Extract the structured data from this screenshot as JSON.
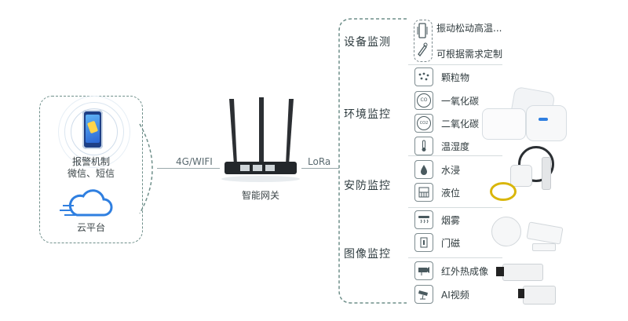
{
  "cloud_group": {
    "alarm_label_line1": "报警机制",
    "alarm_label_line2": "微信、短信",
    "cloud_label": "云平台"
  },
  "links": {
    "left_link": "4G/WIFI",
    "right_link": "LoRa"
  },
  "gateway": {
    "label": "智能网关"
  },
  "sections": [
    {
      "label": "设备监测",
      "items": [
        "振动松动高温...",
        "可根据需求定制"
      ]
    },
    {
      "label": "环境监控",
      "items": [
        "颗粒物",
        "一氧化碳",
        "二氧化碳",
        "温湿度"
      ]
    },
    {
      "label": "安防监控",
      "items": [
        "水浸",
        "液位",
        "烟雾",
        "门磁"
      ]
    },
    {
      "label": "图像监控",
      "items": [
        "红外热成像",
        "AI视频"
      ]
    }
  ],
  "icon_badges": {
    "co": "CO",
    "co2": "CO2"
  },
  "colors": {
    "accent_blue": "#2f7fe0",
    "dash_green": "#6f8f8a",
    "ring_blue": "#cfe1f3"
  }
}
